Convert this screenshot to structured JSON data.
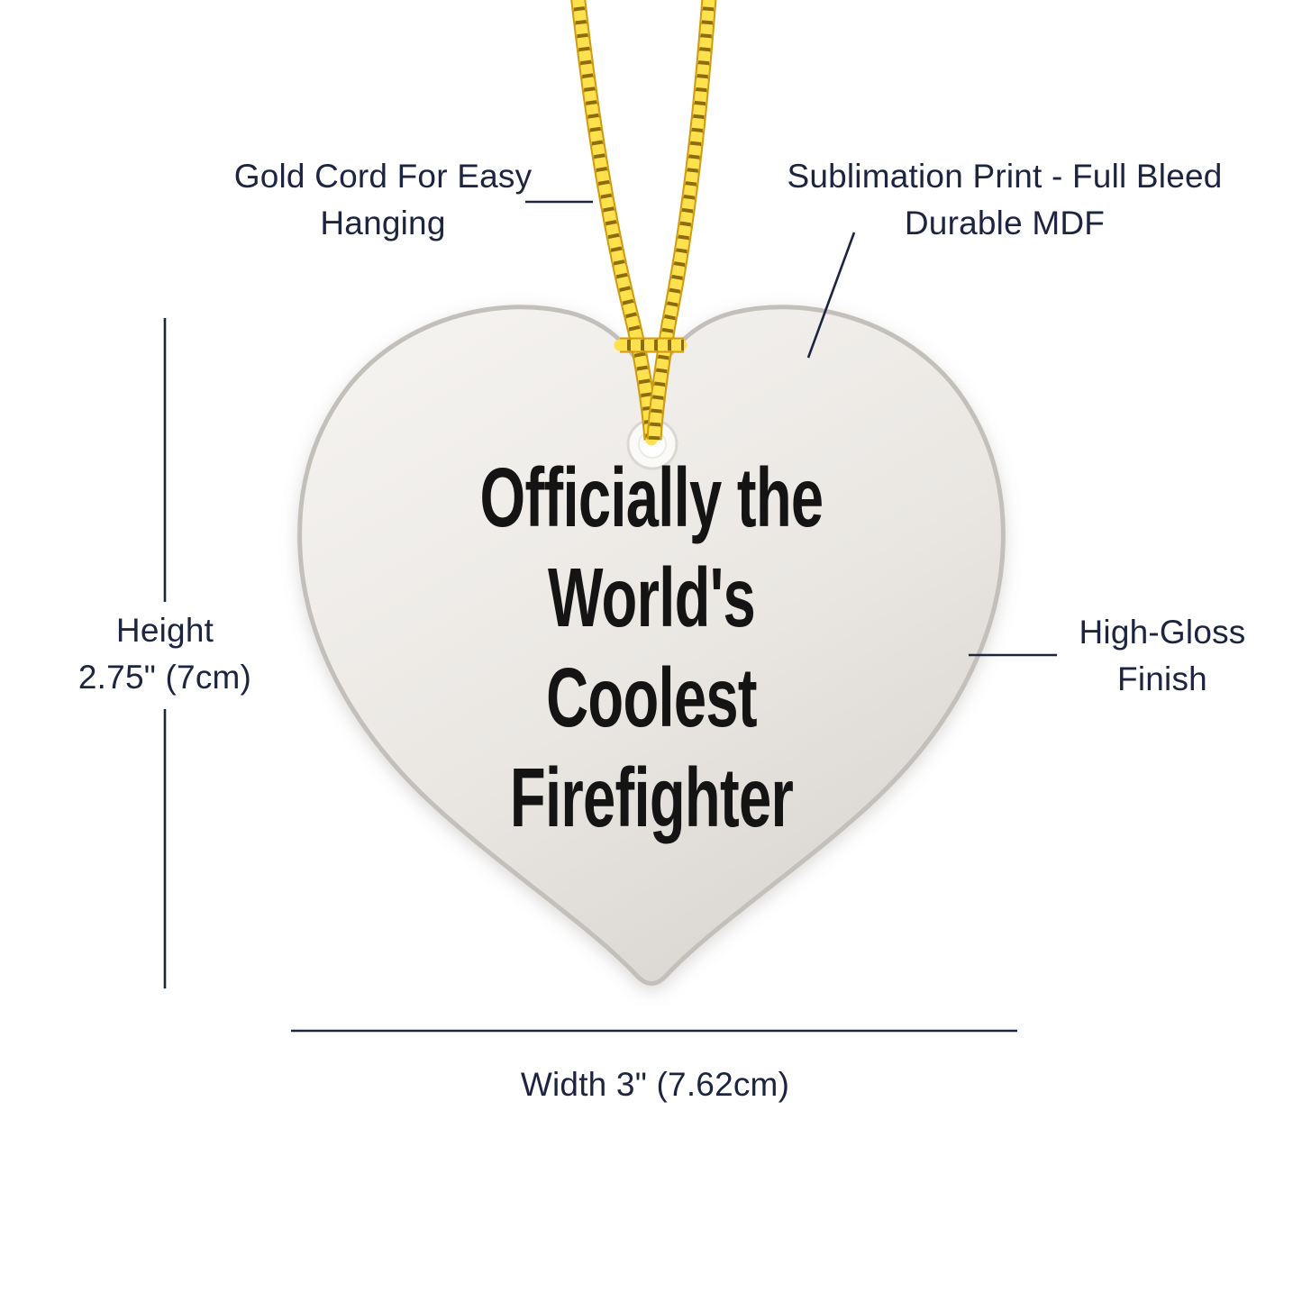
{
  "ornament": {
    "text_lines": [
      "Officially the",
      "World's",
      "Coolest",
      "Firefighter"
    ]
  },
  "annotations": {
    "cord": {
      "lines": [
        "Gold Cord For Easy",
        "Hanging"
      ]
    },
    "material": {
      "lines": [
        "Sublimation Print - Full Bleed",
        "Durable MDF"
      ]
    },
    "finish": {
      "lines": [
        "High-Gloss",
        "Finish"
      ]
    },
    "height": {
      "lines": [
        "Height",
        "2.75\" (7cm)"
      ]
    },
    "width": {
      "label": "Width 3\" (7.62cm)"
    }
  },
  "colors": {
    "label_navy": "#1d2440",
    "ink_black": "#141414",
    "cord_gold_base": "#cf9b10",
    "cord_gold_light": "#ffe14d",
    "cord_gold_dark": "#6e4f00",
    "heart_edge": "#c3bfbb",
    "heart_fill_light": "#f4f2ef",
    "heart_fill_dark": "#d9d5d1"
  }
}
